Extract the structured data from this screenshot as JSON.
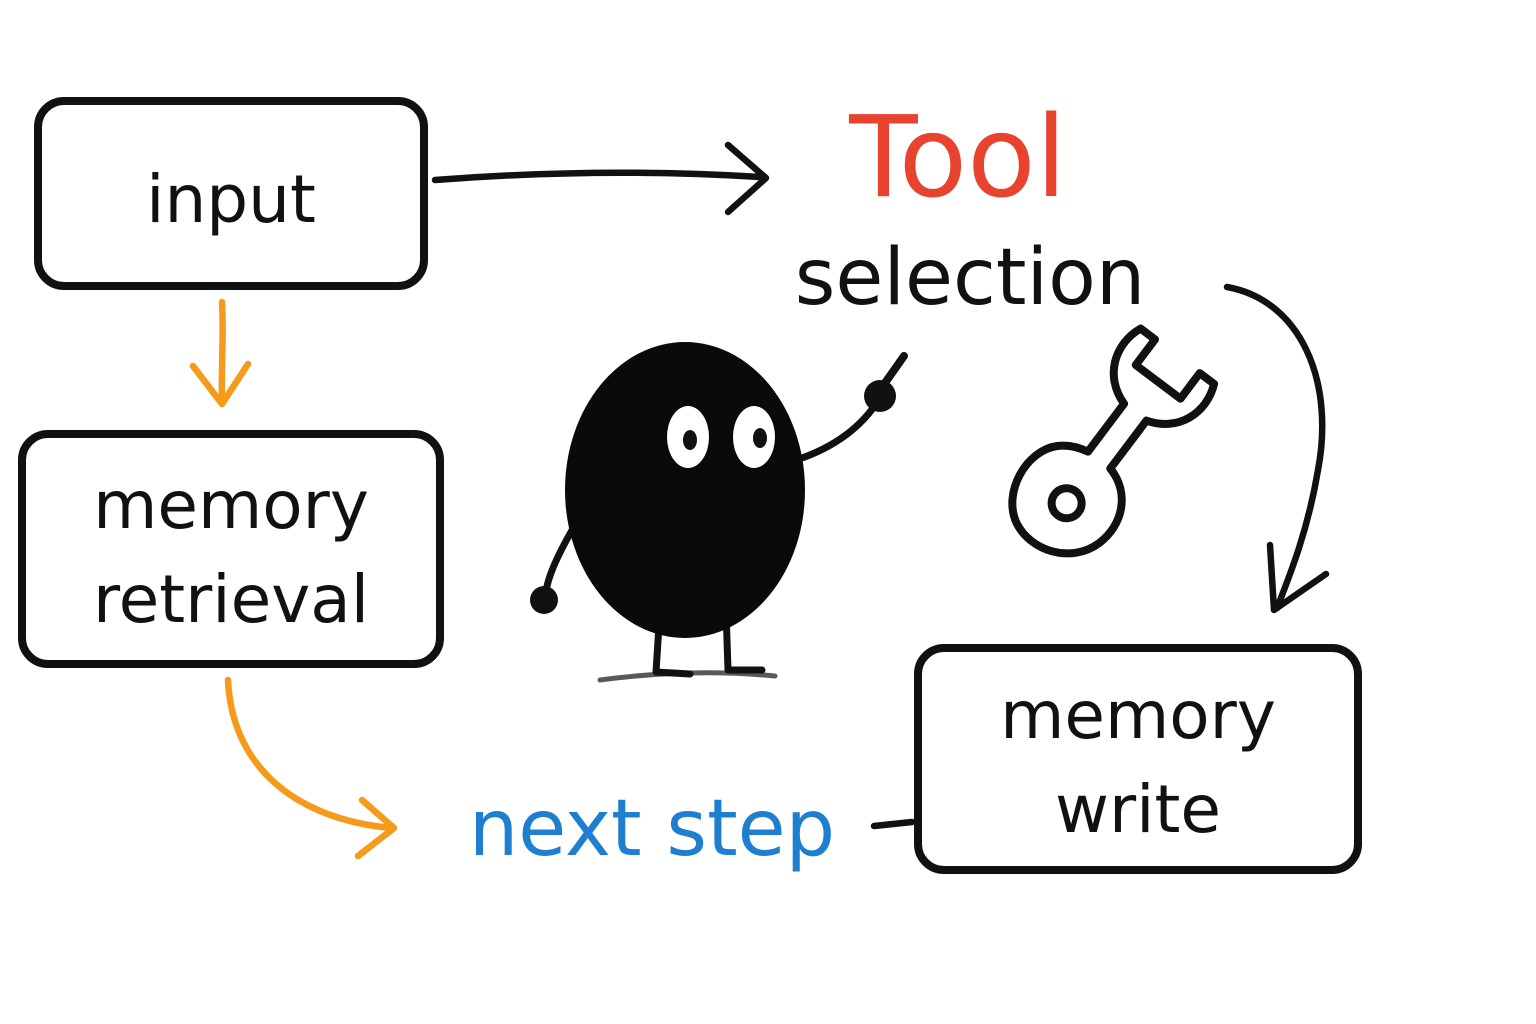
{
  "nodes": {
    "input": {
      "label": "input"
    },
    "memory_retrieval": {
      "line1": "memory",
      "line2": "retrieval"
    },
    "tool_selection": {
      "title": "Tool",
      "subtitle": "selection"
    },
    "memory_write": {
      "line1": "memory",
      "line2": "write"
    },
    "next_step": {
      "label": "next step"
    }
  },
  "colors": {
    "ink": "#111111",
    "tool": "#e8432e",
    "next_step": "#1e7fd0",
    "retrieval_arrows": "#f59a1b"
  },
  "icons": {
    "mascot": "pointing-blob-character",
    "wrench": "wrench-icon"
  }
}
